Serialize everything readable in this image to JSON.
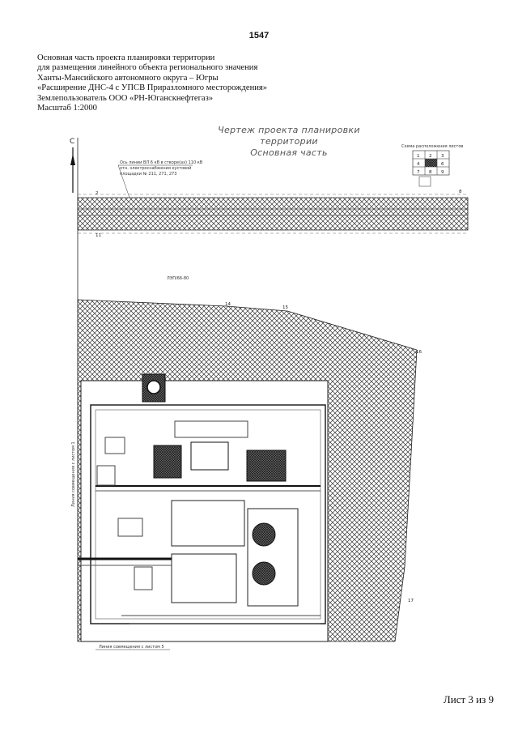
{
  "page_number": "1547",
  "header": {
    "lines": [
      "Основная часть проекта планировки территории",
      " для размещения линейного объекта регионального значения",
      "Ханты-Мансийского автономного округа – Югры",
      "«Расширение ДНС-4 с УПСВ Приразломного месторождения»",
      "Землепользователь ООО «РН-Юганскнефтегаз»",
      "Масштаб 1:2000"
    ]
  },
  "drawing": {
    "title": "Чертеж проекта планировки территории",
    "subtitle": "Основная часть",
    "north_label": "С",
    "legend_title": "Схема расположения листов",
    "legend_cells": [
      "1",
      "2",
      "3",
      "4",
      "5",
      "6",
      "7",
      "8",
      "9"
    ],
    "line_note": [
      "Ось линии ВЛ 6 кВ в створе(ах) 110 кВ",
      "отн. электроснабжения кустовой",
      "площадки № 211, 271, 273"
    ],
    "left_side_label": "Линия совмещения с листом 1",
    "bottom_label": "Линия совмещения с листом 5",
    "center_label": "ЛЭП/66-80",
    "point_labels": [
      "2",
      "11",
      "14",
      "15",
      "16",
      "17",
      "8"
    ]
  },
  "footer": {
    "sheet": "Лист 3 из 9"
  }
}
